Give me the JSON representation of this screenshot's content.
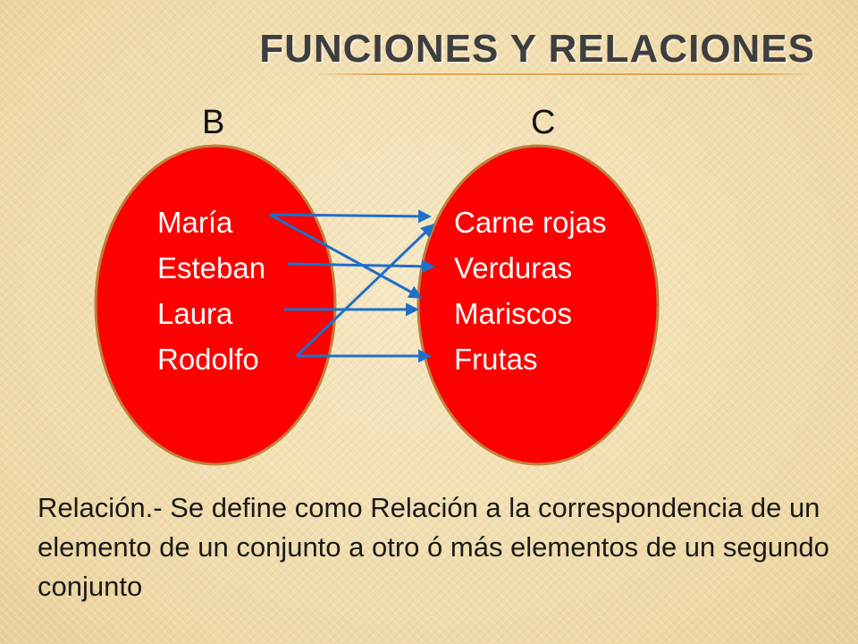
{
  "title": "Funciones y relaciones",
  "sets": {
    "left": {
      "label": "B",
      "elements": [
        "María",
        "Esteban",
        "Laura",
        "Rodolfo"
      ]
    },
    "right": {
      "label": "C",
      "elements": [
        "Carne rojas",
        "Verduras",
        "Mariscos",
        "Frutas"
      ]
    }
  },
  "relations": [
    {
      "from": "María",
      "to": "Carne rojas"
    },
    {
      "from": "María",
      "to": "Mariscos"
    },
    {
      "from": "Esteban",
      "to": "Verduras"
    },
    {
      "from": "Laura",
      "to": "Mariscos"
    },
    {
      "from": "Rodolfo",
      "to": "Carne rojas"
    },
    {
      "from": "Rodolfo",
      "to": "Frutas"
    }
  ],
  "definition": {
    "term": "Relación.-",
    "text": " Se define como Relación a la correspondencia de un elemento de un conjunto a otro ó más elementos de un segundo conjunto"
  },
  "colors": {
    "set_fill": "#ff0000",
    "set_stroke": "#c0803a",
    "arrow": "#1f6fc9",
    "title": "#3e3e3e"
  }
}
